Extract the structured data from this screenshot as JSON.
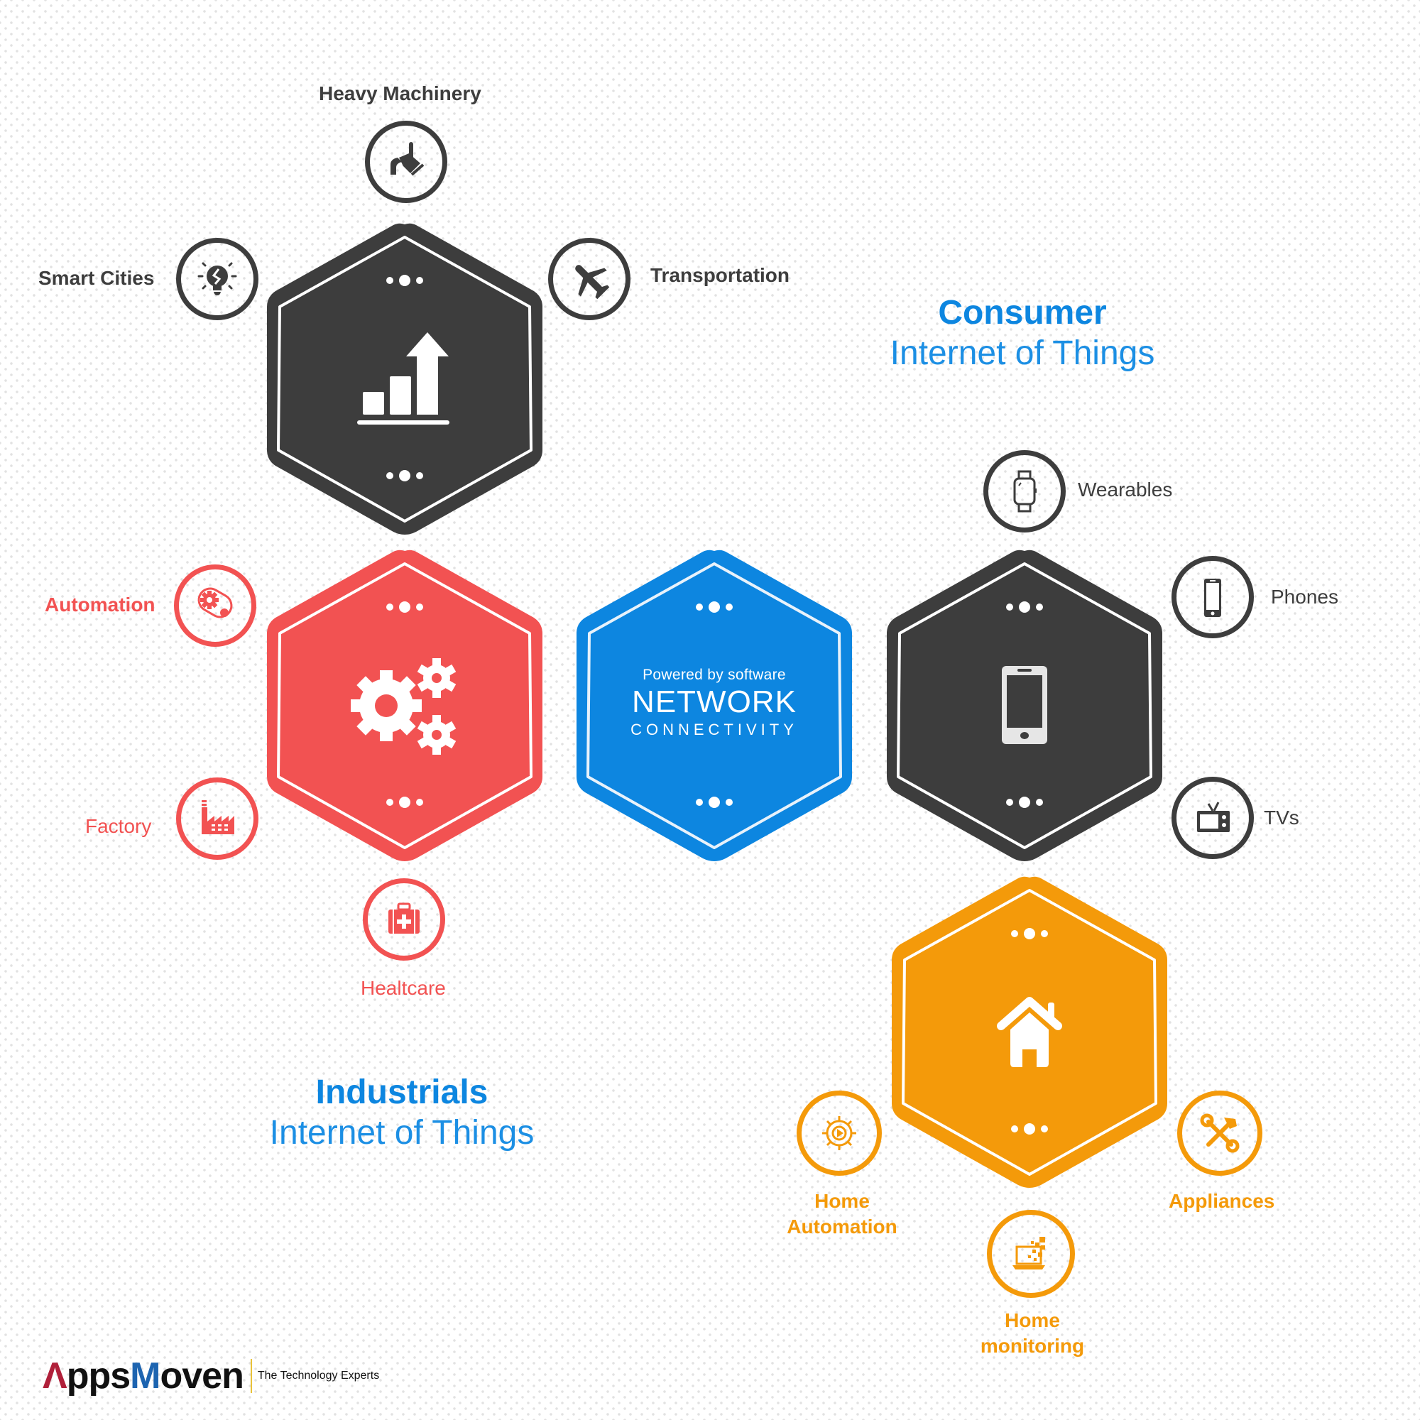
{
  "colors": {
    "dark": "#3d3d3d",
    "red": "#f25252",
    "blue": "#0d86e0",
    "orange": "#f49a0a",
    "white": "#ffffff"
  },
  "headings": {
    "consumer": {
      "bold": "Consumer",
      "light": "Internet of Things"
    },
    "industrials": {
      "bold": "Industrials",
      "light": "Internet of Things"
    }
  },
  "hexagons": {
    "industrial_growth": {
      "icon": "bar-chart-up-arrow-icon",
      "color": "dark"
    },
    "industrial_automation": {
      "icon": "gears-icon",
      "color": "red"
    },
    "center": {
      "color": "blue",
      "line1": "Powered by software",
      "line2": "NETWORK",
      "line3": "CONNECTIVITY"
    },
    "consumer_devices": {
      "icon": "smartphone-icon",
      "color": "dark"
    },
    "consumer_home": {
      "icon": "house-icon",
      "color": "orange"
    }
  },
  "satellites": {
    "heavy_machinery": {
      "label": "Heavy Machinery",
      "icon": "pouring-ladle-icon"
    },
    "smart_cities": {
      "label": "Smart Cities",
      "icon": "lightbulb-icon"
    },
    "transportation": {
      "label": "Transportation",
      "icon": "airplane-icon"
    },
    "automation": {
      "label": "Automation",
      "icon": "gear-belt-icon"
    },
    "factory": {
      "label": "Factory",
      "icon": "factory-icon"
    },
    "healthcare": {
      "label": "Healtcare",
      "icon": "first-aid-kit-icon"
    },
    "wearables": {
      "label": "Wearables",
      "icon": "smartwatch-icon"
    },
    "phones": {
      "label": "Phones",
      "icon": "phone-icon"
    },
    "tvs": {
      "label": "TVs",
      "icon": "tv-icon"
    },
    "home_automation": {
      "label_line1": "Home",
      "label_line2": "Automation",
      "icon": "gear-play-icon"
    },
    "appliances": {
      "label": "Appliances",
      "icon": "wrench-hammer-icon"
    },
    "home_monitoring": {
      "label_line1": "Home",
      "label_line2": "monitoring",
      "icon": "laptop-pixels-icon"
    }
  },
  "logo": {
    "first_letter": "Λ",
    "part1": "pps",
    "part2": "M",
    "part3": "oven",
    "tagline": "The Technology Experts"
  }
}
